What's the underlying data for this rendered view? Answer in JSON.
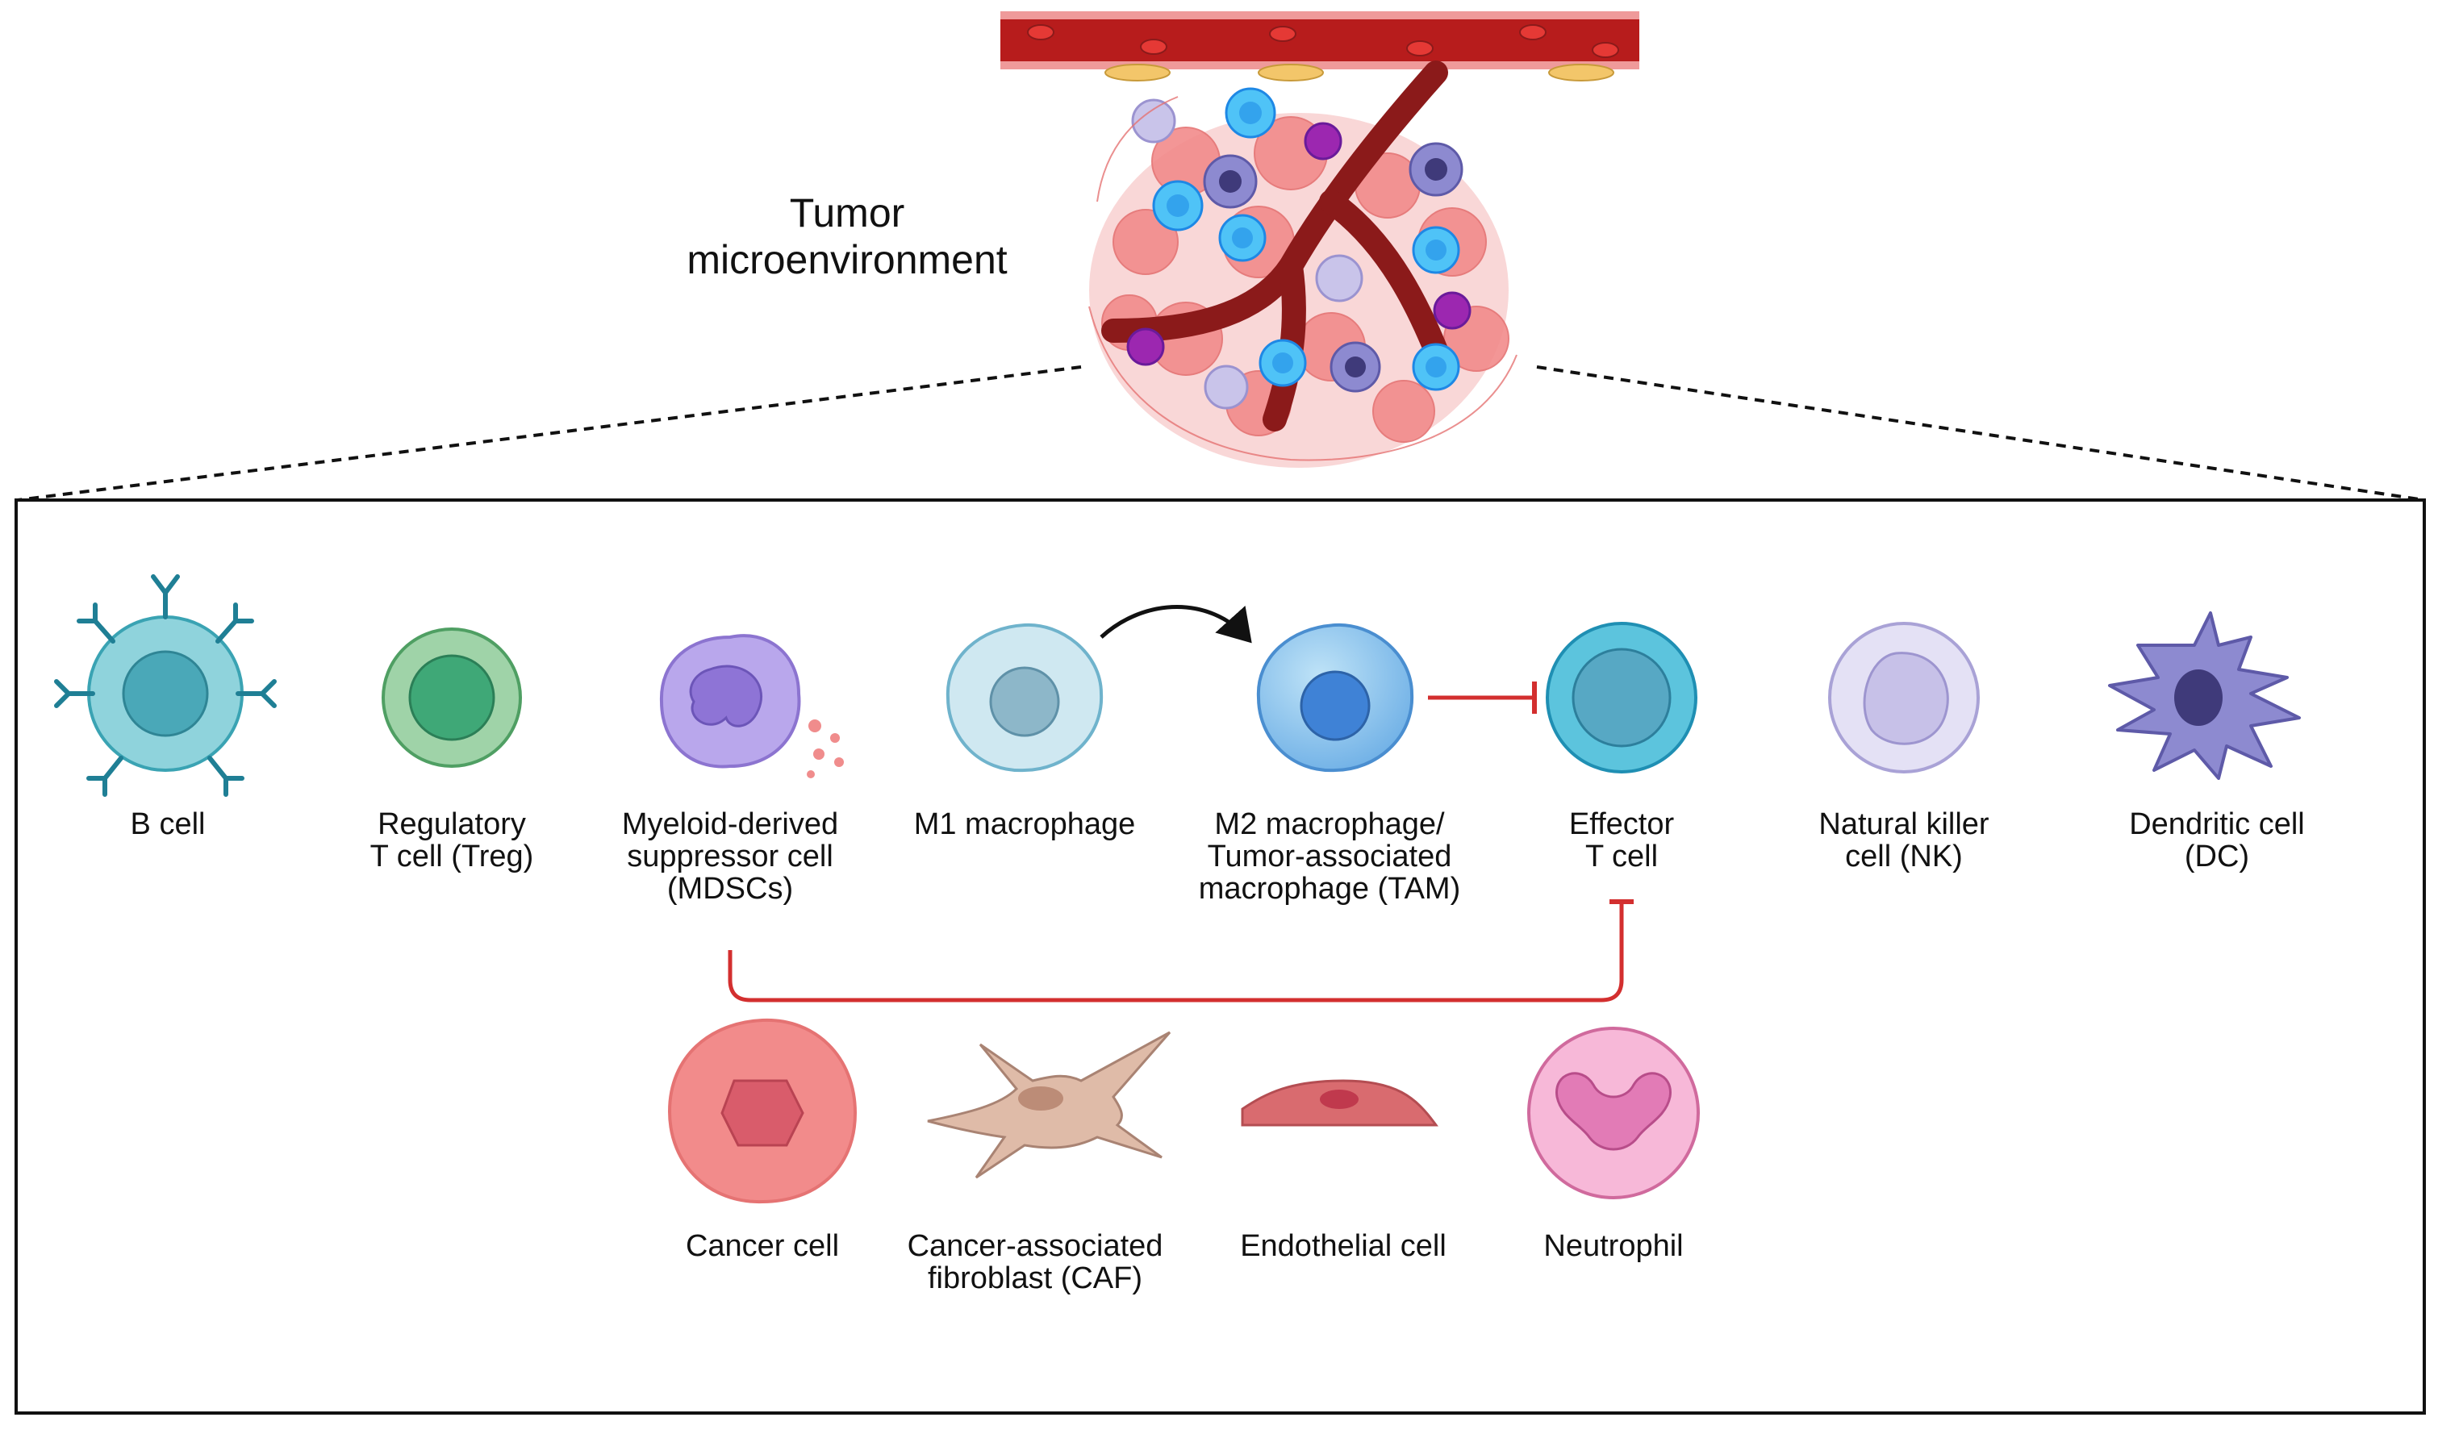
{
  "title": {
    "line1": "Tumor",
    "line2": "microenvironment"
  },
  "row1": [
    {
      "key": "b",
      "line1": "B cell",
      "line2": "",
      "line3": ""
    },
    {
      "key": "treg",
      "line1": "Regulatory",
      "line2": "T cell (Treg)",
      "line3": ""
    },
    {
      "key": "mdsc",
      "line1": "Myeloid-derived",
      "line2": "suppressor cell",
      "line3": "(MDSCs)"
    },
    {
      "key": "m1",
      "line1": "M1 macrophage",
      "line2": "",
      "line3": ""
    },
    {
      "key": "m2",
      "line1": "M2 macrophage/",
      "line2": "Tumor-associated",
      "line3": "macrophage (TAM)"
    },
    {
      "key": "eff",
      "line1": "Effector",
      "line2": "T cell",
      "line3": ""
    },
    {
      "key": "nk",
      "line1": "Natural killer",
      "line2": "cell (NK)",
      "line3": ""
    },
    {
      "key": "dc",
      "line1": "Dendritic cell",
      "line2": "(DC)",
      "line3": ""
    }
  ],
  "row2": [
    {
      "key": "cancer",
      "line1": "Cancer cell",
      "line2": ""
    },
    {
      "key": "caf",
      "line1": "Cancer-associated",
      "line2": "fibroblast (CAF)"
    },
    {
      "key": "endo",
      "line1": "Endothelial cell",
      "line2": ""
    },
    {
      "key": "neut",
      "line1": "Neutrophil",
      "line2": ""
    }
  ],
  "colors": {
    "inhibit": "#d32f2f",
    "activate": "#111111",
    "vessel": "#8b1a1a",
    "box": "#111111"
  }
}
